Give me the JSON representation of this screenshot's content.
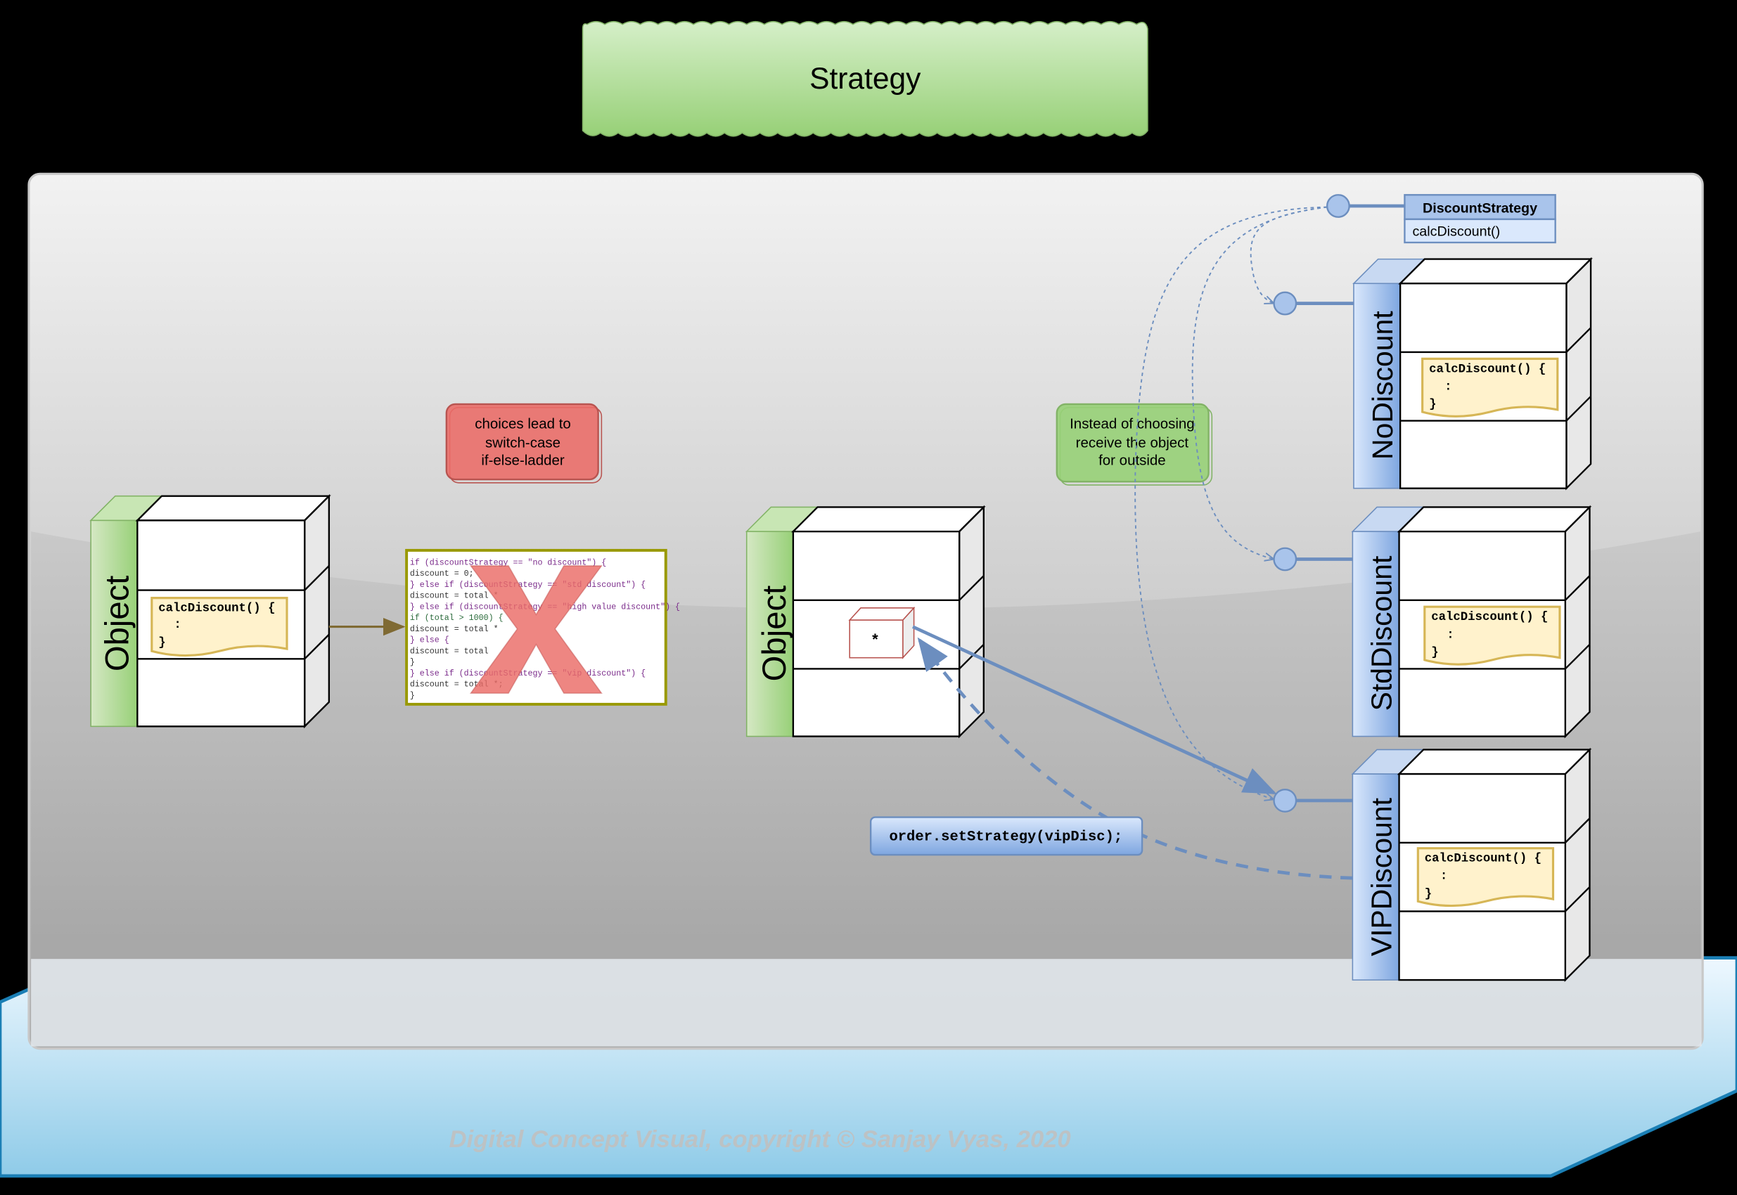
{
  "title": "Strategy",
  "left_object": {
    "label": "Object",
    "method": {
      "signature": "calcDiscount() {",
      "body": ":",
      "close": "}"
    }
  },
  "choices_note": {
    "lines": [
      "choices lead to",
      "switch-case",
      "if-else-ladder"
    ]
  },
  "code_snippet": {
    "lines": [
      "if (discountStrategy == \"no discount\") {",
      "  discount = 0;",
      "} else if (discountStrategy == \"std discount\") {",
      "  discount = total *",
      "} else if (discountStrategy == \"high value discount\") {",
      "  if (total > 1000) {",
      "    discount = total *",
      "  } else {",
      "    discount = total",
      "  }",
      "} else if (discountStrategy == \"vip discount\") {",
      "  discount = total *;",
      "}"
    ]
  },
  "center_object": {
    "label": "Object",
    "slot_symbol": "*"
  },
  "instead_note": {
    "lines": [
      "Instead of choosing",
      "receive the object",
      "for outside"
    ]
  },
  "interface": {
    "name": "DiscountStrategy",
    "method": "calcDiscount()"
  },
  "strategies": [
    {
      "label": "NoDiscount",
      "method": {
        "signature": "calcDiscount() {",
        "body": ":",
        "close": "}"
      }
    },
    {
      "label": "StdDiscount",
      "method": {
        "signature": "calcDiscount() {",
        "body": ":",
        "close": "}"
      }
    },
    {
      "label": "VIPDiscount",
      "method": {
        "signature": "calcDiscount() {",
        "body": ":",
        "close": "}"
      }
    }
  ],
  "set_strategy_call": "order.setStrategy(vipDisc);",
  "copyright": "Digital Concept Visual, copyright © Sanjay Vyas, 2020",
  "colors": {
    "title_fill": "#b5e0a0",
    "green_side": "#97d077",
    "blue_side": "#7ea6e0",
    "note_red": "#ea6b66",
    "note_green": "#97d077",
    "connector": "#6c8ebf",
    "method_fill": "#fff2cc",
    "method_border": "#d6b656"
  }
}
